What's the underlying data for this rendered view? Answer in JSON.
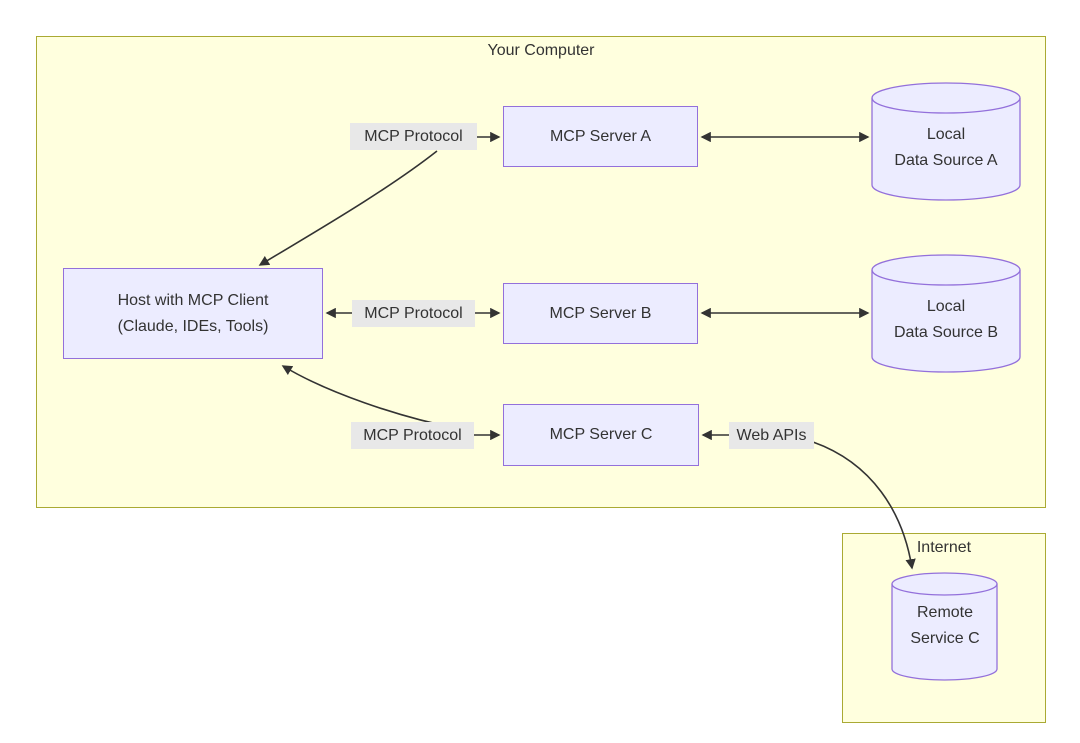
{
  "diagram": {
    "type": "flowchart",
    "groups": {
      "your_computer": {
        "title": "Your Computer"
      },
      "internet": {
        "title": "Internet"
      }
    },
    "nodes": {
      "host": {
        "line1": "Host with MCP Client",
        "line2": "(Claude, IDEs, Tools)"
      },
      "server_a": {
        "label": "MCP Server A"
      },
      "server_b": {
        "label": "MCP Server B"
      },
      "server_c": {
        "label": "MCP Server C"
      },
      "data_source_a": {
        "line1": "Local",
        "line2": "Data Source A"
      },
      "data_source_b": {
        "line1": "Local",
        "line2": "Data Source B"
      },
      "remote_service_c": {
        "line1": "Remote",
        "line2": "Service C"
      }
    },
    "edge_labels": {
      "protocol_a": "MCP Protocol",
      "protocol_b": "MCP Protocol",
      "protocol_c": "MCP Protocol",
      "web_apis": "Web APIs"
    },
    "colors": {
      "node_fill": "#ECECFF",
      "node_stroke": "#9370DB",
      "group_fill": "#ffffde",
      "group_stroke": "#aaaa33",
      "edge_label_bg": "#e8e8e8",
      "line_color": "#333333",
      "text_color": "#333333",
      "page_bg": "#ffffff"
    }
  }
}
